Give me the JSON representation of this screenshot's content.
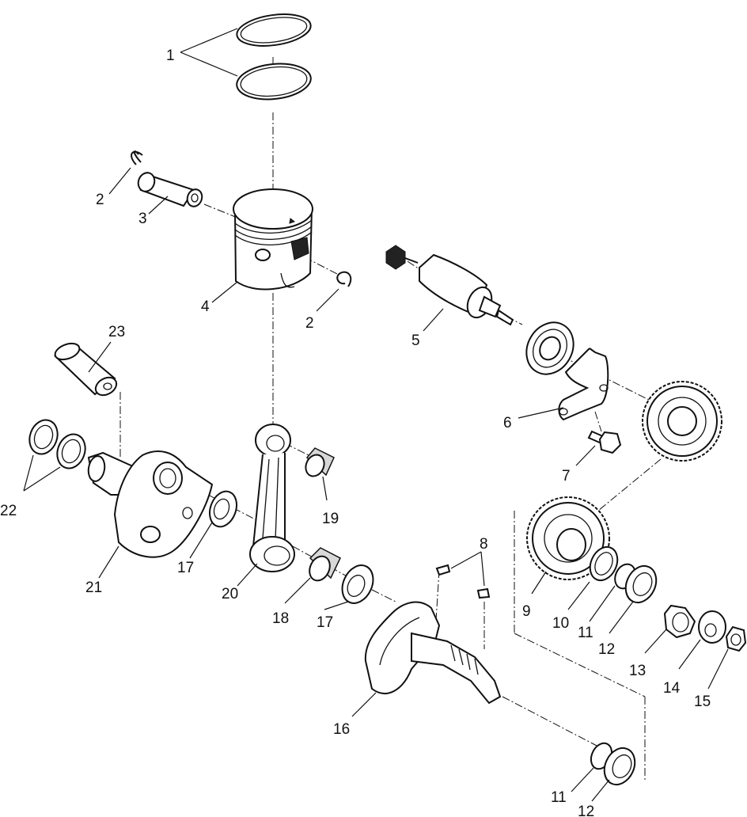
{
  "callouts": {
    "c1": "1",
    "c2a": "2",
    "c2b": "2",
    "c3": "3",
    "c4": "4",
    "c5": "5",
    "c6": "6",
    "c7": "7",
    "c8": "8",
    "c9": "9",
    "c10": "10",
    "c11a": "11",
    "c11b": "11",
    "c12a": "12",
    "c12b": "12",
    "c13": "13",
    "c14": "14",
    "c15": "15",
    "c16": "16",
    "c17a": "17",
    "c17b": "17",
    "c18": "18",
    "c19": "19",
    "c20": "20",
    "c21": "21",
    "c22": "22",
    "c23": "23"
  }
}
